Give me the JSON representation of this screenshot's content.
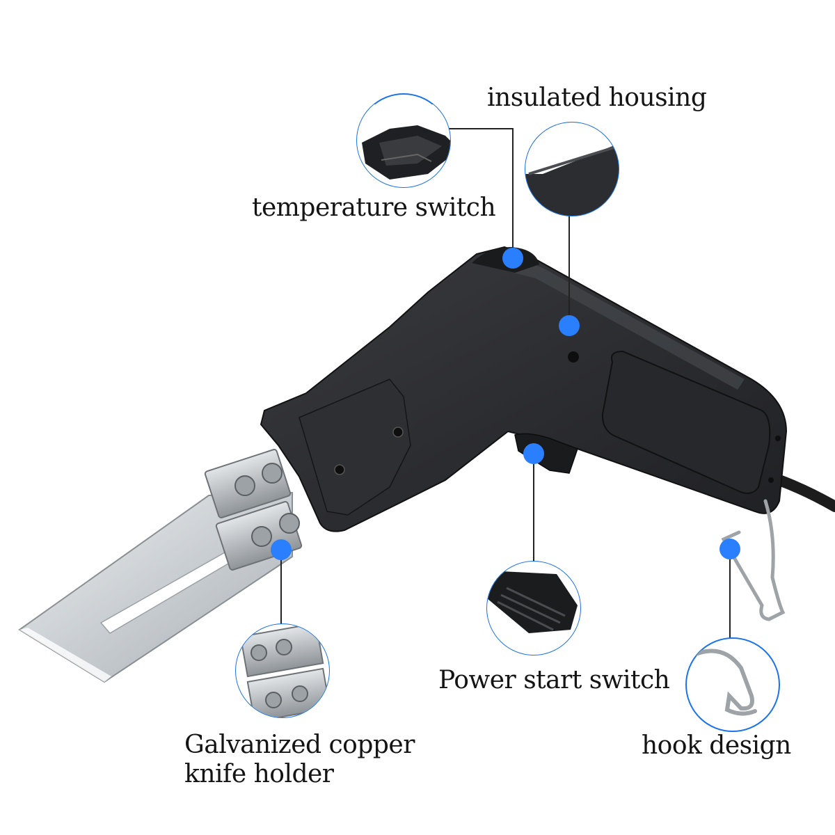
{
  "labels": {
    "insulated_housing": "insulated housing",
    "temperature_switch": "temperature switch",
    "power_start_switch": "Power start switch",
    "hook_design": "hook design",
    "knife_holder_line1": "Galvanized copper",
    "knife_holder_line2": "knife holder"
  },
  "colors": {
    "accent": "#1a73e8",
    "dot": "#2a7fff",
    "tool_body": "#2b2c2f",
    "tool_dark": "#1a1b1d",
    "blade": "#d9dde0",
    "metal": "#b7bcc0",
    "leader": "#222222"
  },
  "icons": {
    "callout_dot": "blue-dot-icon",
    "callout_circle": "zoom-circle-icon"
  }
}
